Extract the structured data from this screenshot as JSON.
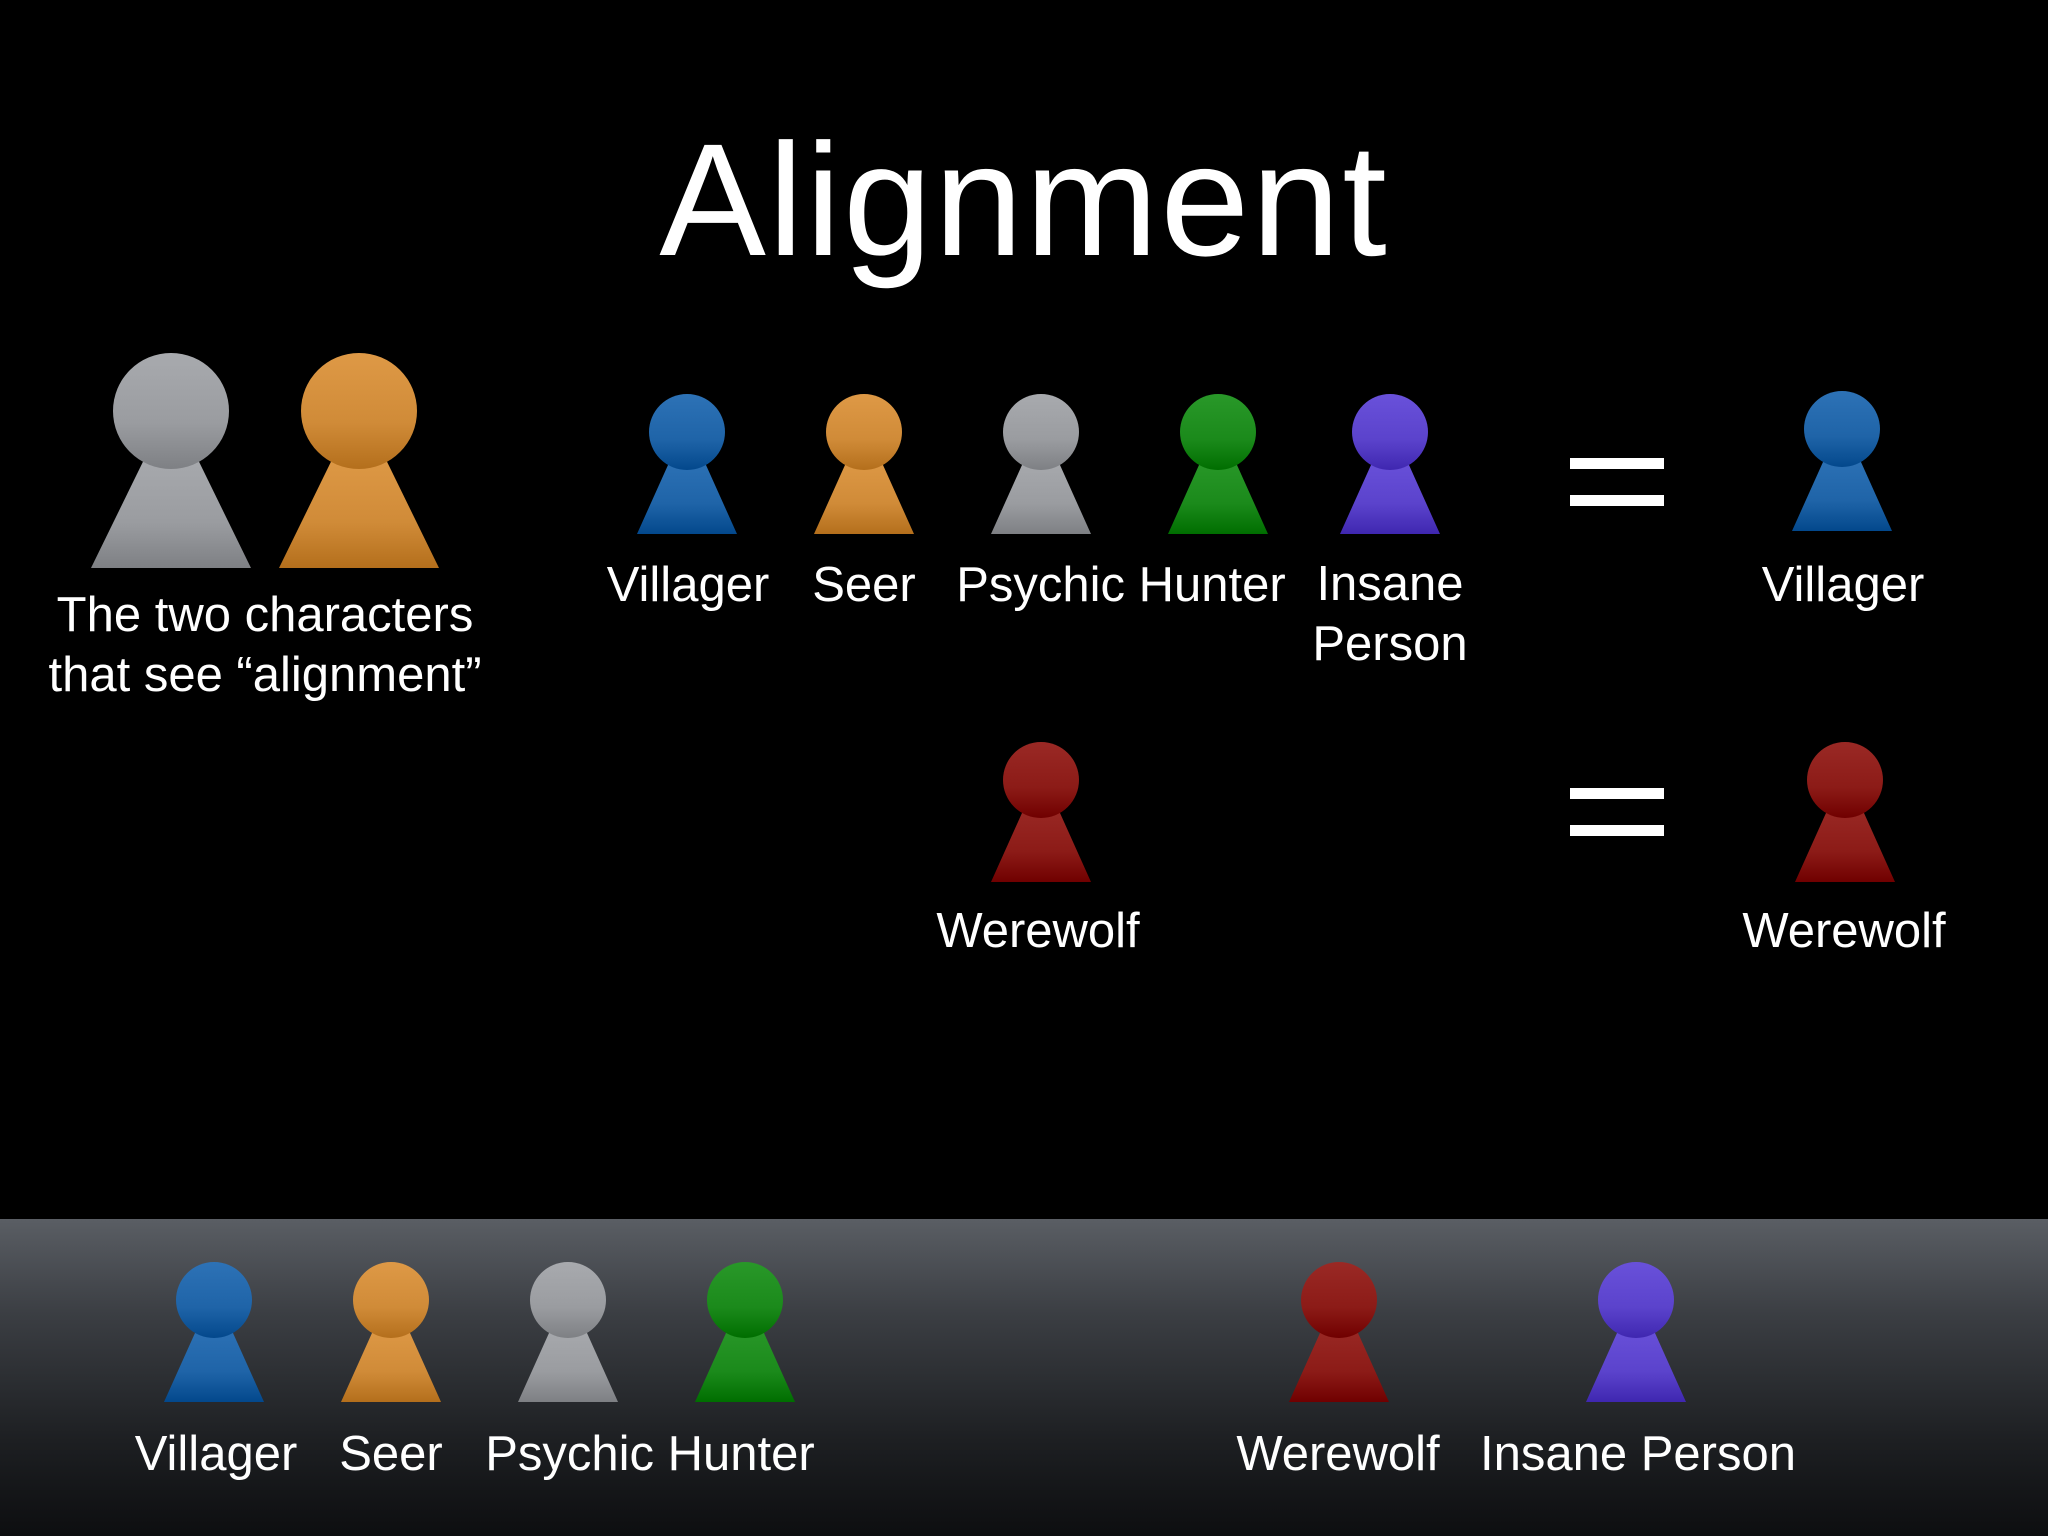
{
  "slide": {
    "title": "Alignment",
    "caption": {
      "line1": "The two characters",
      "line2": "that see “alignment”"
    }
  },
  "colors": {
    "gray": "#9a9ca0",
    "orange": "#d08b38",
    "blue": "#1f64a8",
    "green": "#1b8a1b",
    "purple": "#5b43cc",
    "red": "#8c1b17"
  },
  "row1": {
    "labels": [
      "Villager",
      "Seer",
      "Psychic Hunter",
      "Insane\nPerson"
    ],
    "result": "Villager"
  },
  "row2": {
    "label": "Werewolf",
    "result": "Werewolf"
  },
  "bottom_bar": {
    "good_labels": [
      "Villager",
      "Seer",
      "Psychic Hunter"
    ],
    "evil_labels": [
      "Werewolf",
      "Insane Person"
    ]
  }
}
